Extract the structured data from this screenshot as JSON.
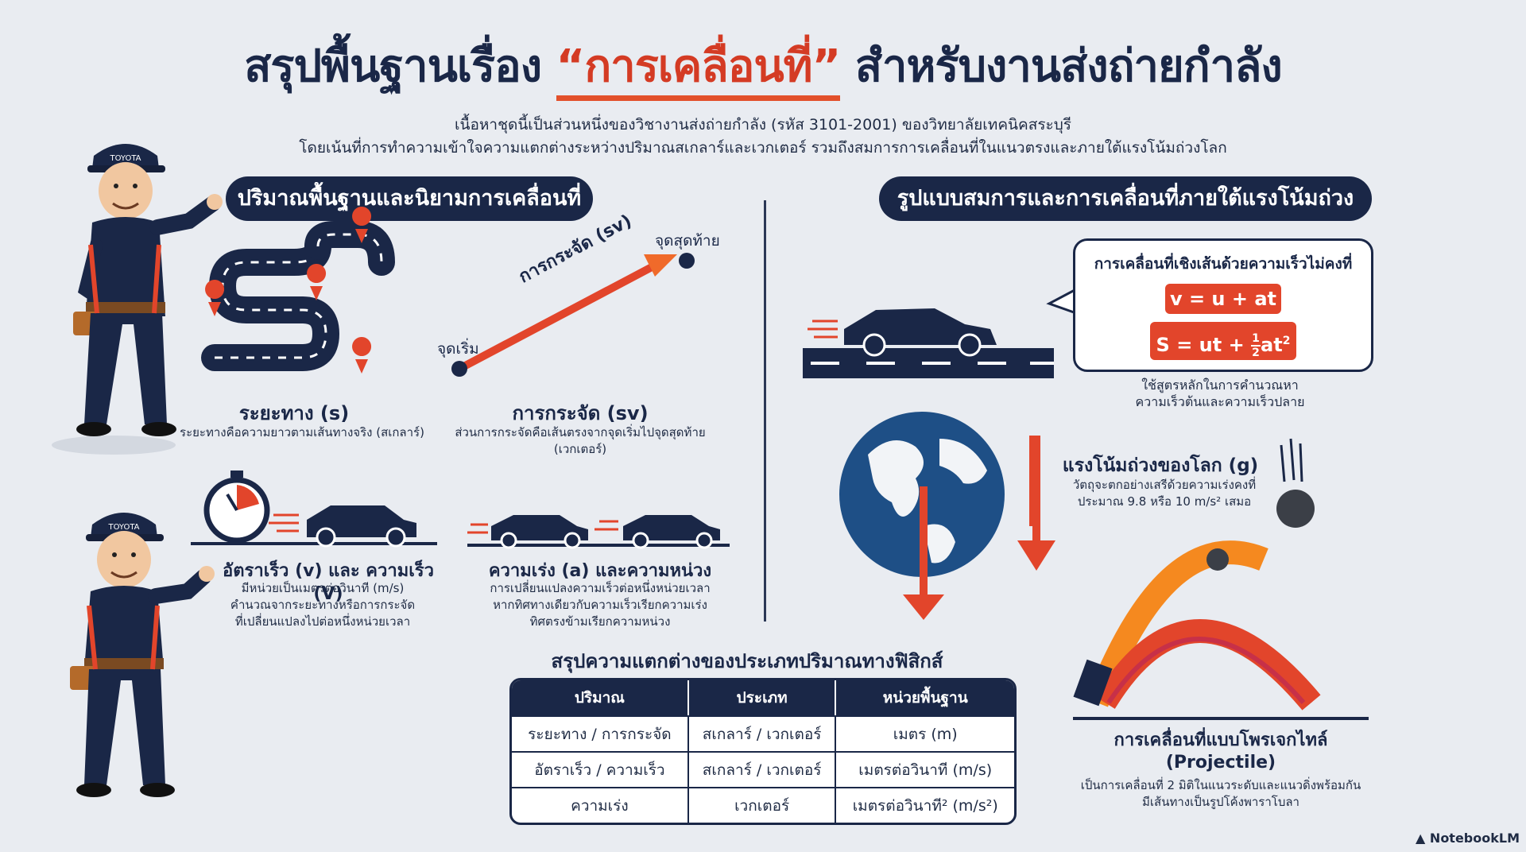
{
  "title": {
    "before": "สรุปพื้นฐานเรื่อง ",
    "highlight": "“การเคลื่อนที่”",
    "after": " สำหรับงานส่งถ่ายกำลัง"
  },
  "subtitle": {
    "line1": "เนื้อหาชุดนี้เป็นส่วนหนึ่งของวิชางานส่งถ่ายกำลัง (รหัส 3101-2001) ของวิทยาลัยเทคนิคสระบุรี",
    "line2": "โดยเน้นที่การทำความเข้าใจความแตกต่างระหว่างปริมาณสเกลาร์และเวกเตอร์ รวมถึงสมการการเคลื่อนที่ในแนวตรงและภายใต้แรงโน้มถ่วงโลก"
  },
  "left_section": {
    "heading": "ปริมาณพื้นฐานและนิยามการเคลื่อนที่",
    "distance": {
      "title": "ระยะทาง (s)",
      "desc": "ระยะทางคือความยาวตามเส้นทางจริง (สเกลาร์)"
    },
    "displacement": {
      "arrow_label": "การกระจัด (sv)",
      "start": "จุดเริ่ม",
      "end": "จุดสุดท้าย",
      "title": "การกระจัด (sv)",
      "desc1": "ส่วนการกระจัดคือเส้นตรงจากจุดเริ่มไปจุดสุดท้าย",
      "desc2": "(เวกเตอร์)"
    },
    "speed": {
      "title": "อัตราเร็ว (v) และ ความเร็ว (V)",
      "desc1": "มีหน่วยเป็นเมตรต่อวินาที (m/s)",
      "desc2": "คำนวณจากระยะทางหรือการกระจัด",
      "desc3": "ที่เปลี่ยนแปลงไปต่อหนึ่งหน่วยเวลา"
    },
    "acceleration": {
      "title": "ความเร่ง (a) และความหน่วง",
      "desc1": "การเปลี่ยนแปลงความเร็วต่อหนึ่งหน่วยเวลา",
      "desc2": "หากทิศทางเดียวกับความเร็วเรียกความเร่ง",
      "desc3": "ทิศตรงข้ามเรียกความหน่วง"
    },
    "mascot_cap_text": "TOYOTA"
  },
  "right_section": {
    "heading": "รูปแบบสมการและการเคลื่อนที่ภายใต้แรงโน้มถ่วง",
    "formula_box": {
      "title": "การเคลื่อนที่เชิงเส้นด้วยความเร็วไม่คงที่",
      "f1": "v = u + at",
      "f2_prefix": "S = ut + ",
      "f2_num": "1",
      "f2_den": "2",
      "f2_suffix": "at",
      "f2_exp": "2"
    },
    "formula_note1": "ใช้สูตรหลักในการคำนวณหา",
    "formula_note2": "ความเร็วต้นและความเร็วปลาย",
    "gravity": {
      "title": "แรงโน้มถ่วงของโลก (g)",
      "desc1": "วัตถุจะตกอย่างเสรีด้วยความเร่งคงที่",
      "desc2": "ประมาณ 9.8 หรือ 10 m/s² เสมอ"
    },
    "projectile": {
      "title1": "การเคลื่อนที่แบบโพรเจกไทล์",
      "title2": "(Projectile)",
      "desc1": "เป็นการเคลื่อนที่ 2 มิติในแนวระดับและแนวดิ่งพร้อมกัน",
      "desc2": "มีเส้นทางเป็นรูปโค้งพาราโบลา"
    }
  },
  "table": {
    "title": "สรุปความแตกต่างของประเภทปริมาณทางฟิสิกส์",
    "headers": [
      "ปริมาณ",
      "ประเภท",
      "หน่วยพื้นฐาน"
    ],
    "rows": [
      [
        "ระยะทาง / การกระจัด",
        "สเกลาร์ / เวกเตอร์",
        "เมตร (m)"
      ],
      [
        "อัตราเร็ว / ความเร็ว",
        "สเกลาร์ / เวกเตอร์",
        "เมตรต่อวินาที (m/s)"
      ],
      [
        "ความเร่ง",
        "เวกเตอร์",
        "เมตรต่อวินาที² (m/s²)"
      ]
    ]
  },
  "branding": "NotebookLM",
  "colors": {
    "navy": "#1a2747",
    "accent": "#e2452b",
    "background": "#e9ecf1"
  }
}
